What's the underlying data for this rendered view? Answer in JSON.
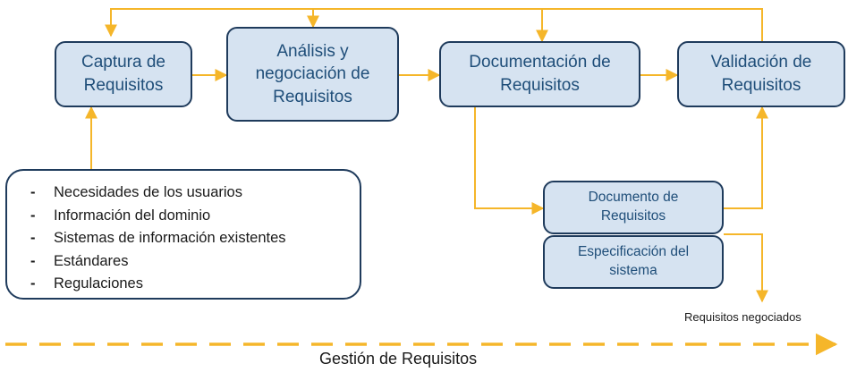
{
  "colors": {
    "arrow": "#f5b62a",
    "box_fill": "#d6e3f1",
    "box_border": "#1f3b5c",
    "box_text": "#1f4e79"
  },
  "stages": {
    "captura": "Captura de\nRequisitos",
    "analisis": "Análisis y\nnegociación de\nRequisitos",
    "documentacion": "Documentación de\nRequisitos",
    "validacion": "Validación de\nRequisitos"
  },
  "documents": {
    "documento": "Documento de\nRequisitos",
    "especificacion": "Especificación del\nsistema"
  },
  "inputs": [
    "Necesidades de los usuarios",
    "Información del dominio",
    "Sistemas de información existentes",
    "Estándares",
    "Regulaciones"
  ],
  "output_label": "Requisitos negociados",
  "management_label": "Gestión de Requisitos"
}
